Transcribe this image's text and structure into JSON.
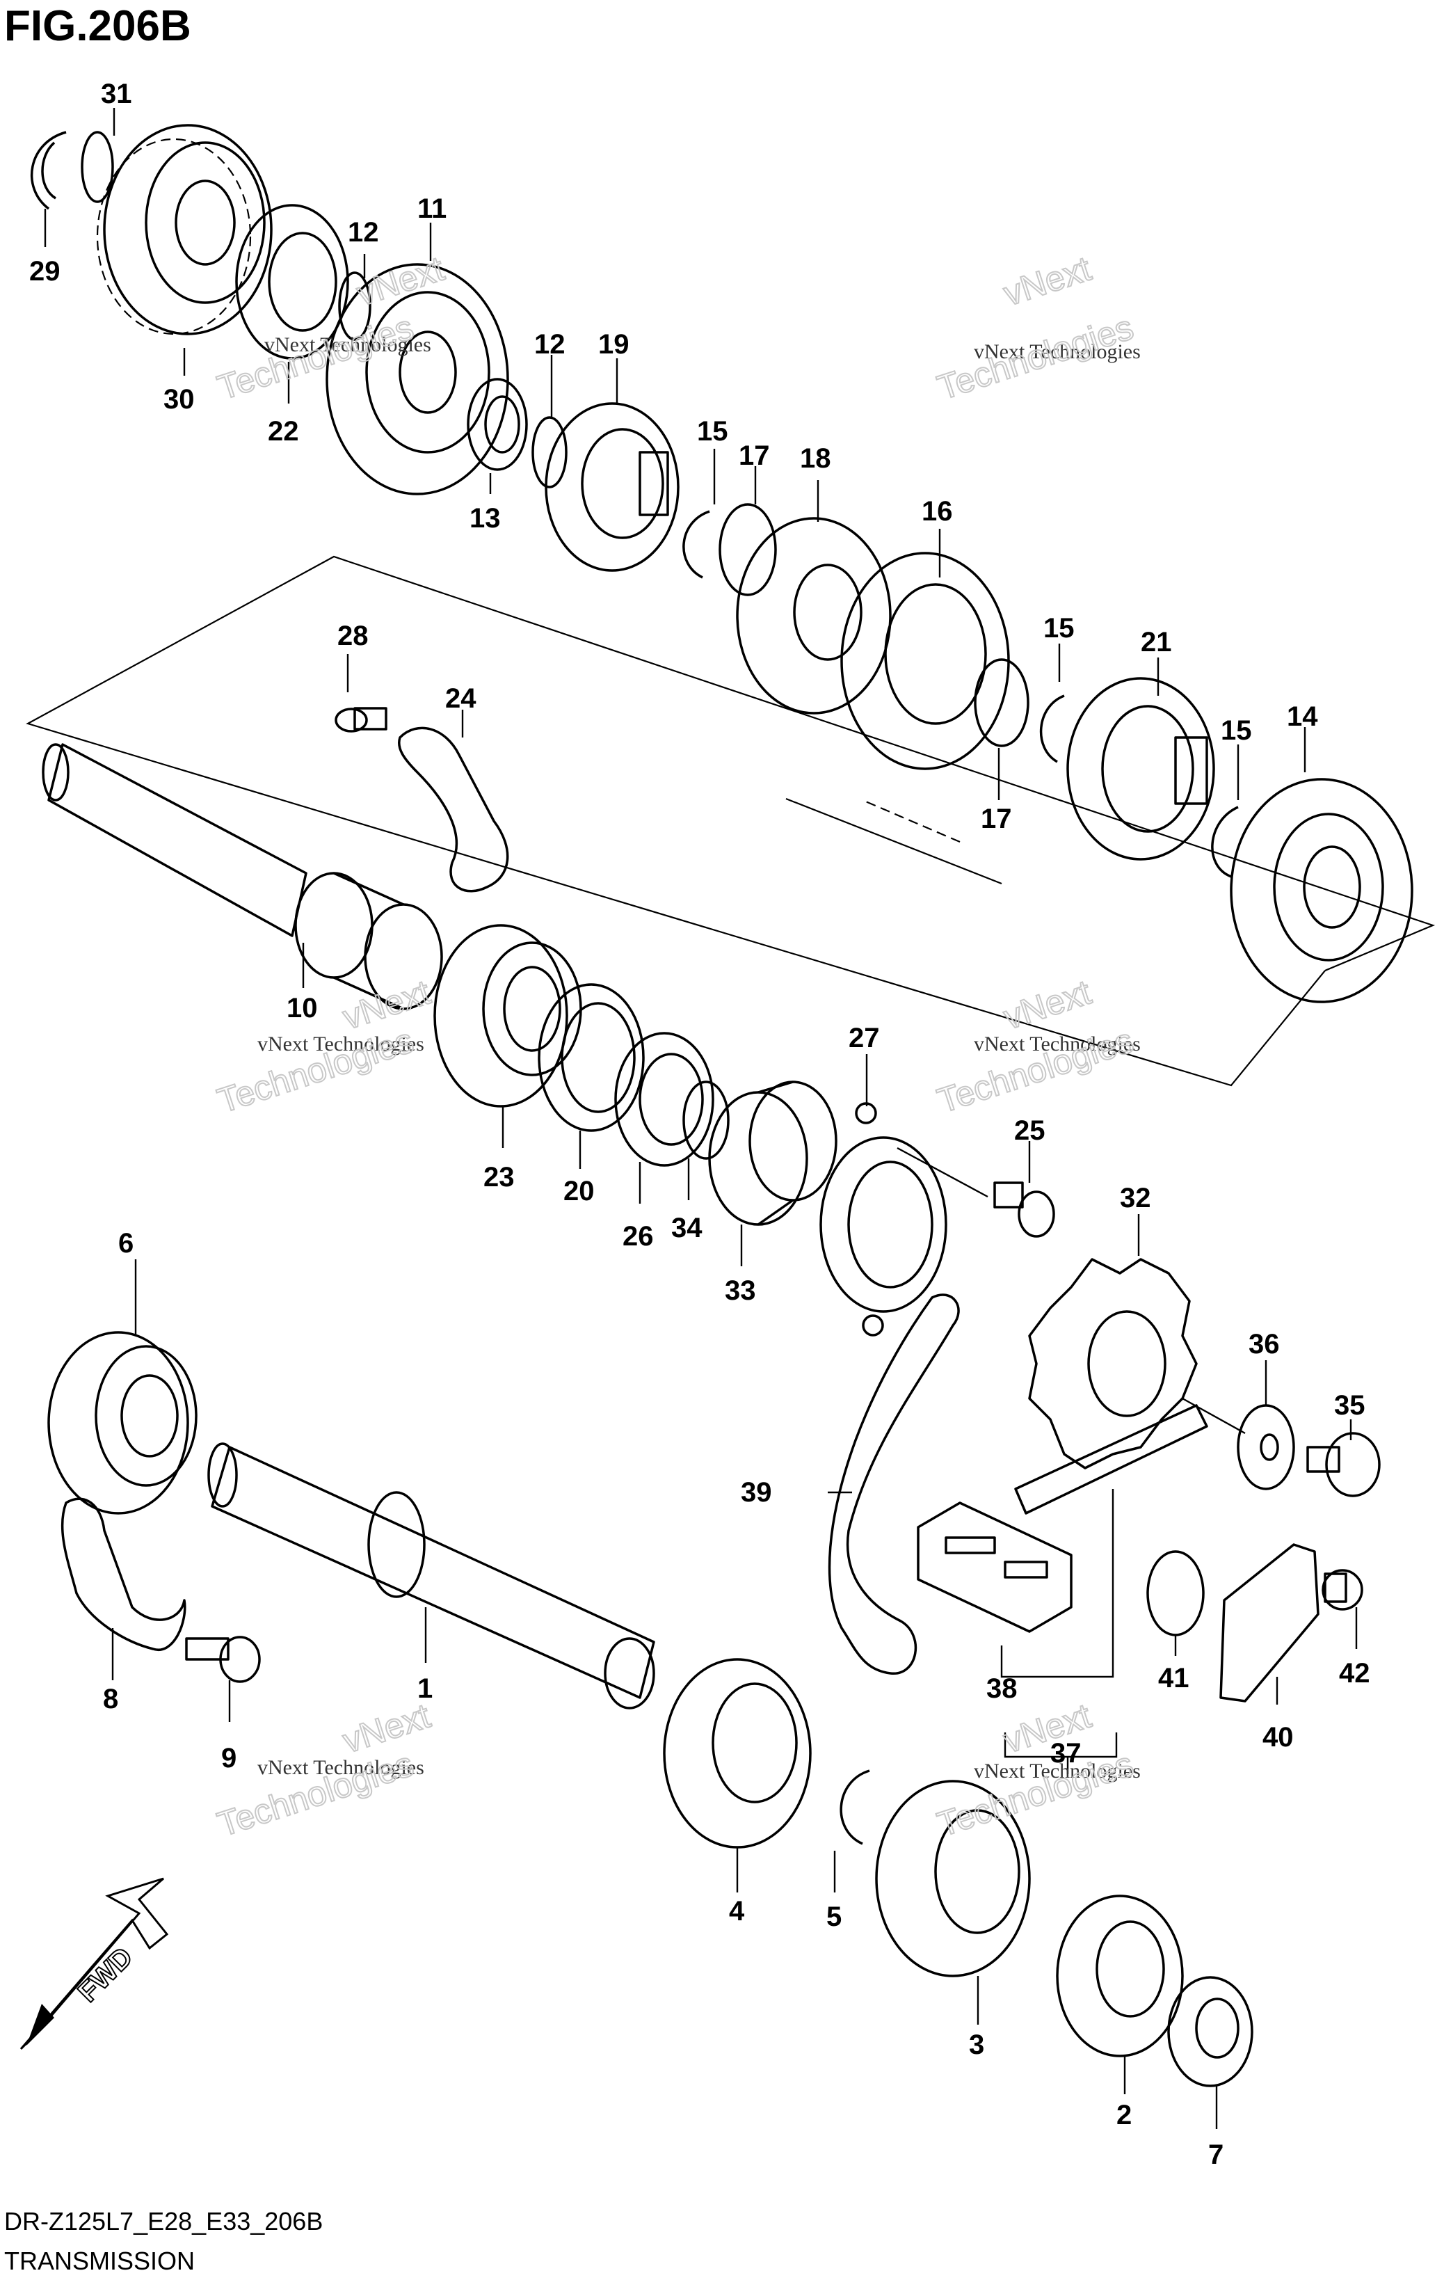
{
  "title": "FIG.206B",
  "footer": {
    "model_code": "DR-Z125L7_E28_E33_206B",
    "caption": "TRANSMISSION"
  },
  "watermark": {
    "line1": "vNext Technologies",
    "line2": "Technologies",
    "line3": "vNext"
  },
  "fwd_label": "FWD",
  "parts": [
    "1",
    "2",
    "3",
    "4",
    "5",
    "6",
    "7",
    "8",
    "9",
    "10",
    "11",
    "12",
    "13",
    "14",
    "15",
    "16",
    "17",
    "18",
    "19",
    "20",
    "21",
    "22",
    "23",
    "24",
    "25",
    "26",
    "27",
    "28",
    "29",
    "30",
    "31",
    "32",
    "33",
    "34",
    "35",
    "36",
    "37",
    "38",
    "39",
    "40",
    "41",
    "42"
  ]
}
